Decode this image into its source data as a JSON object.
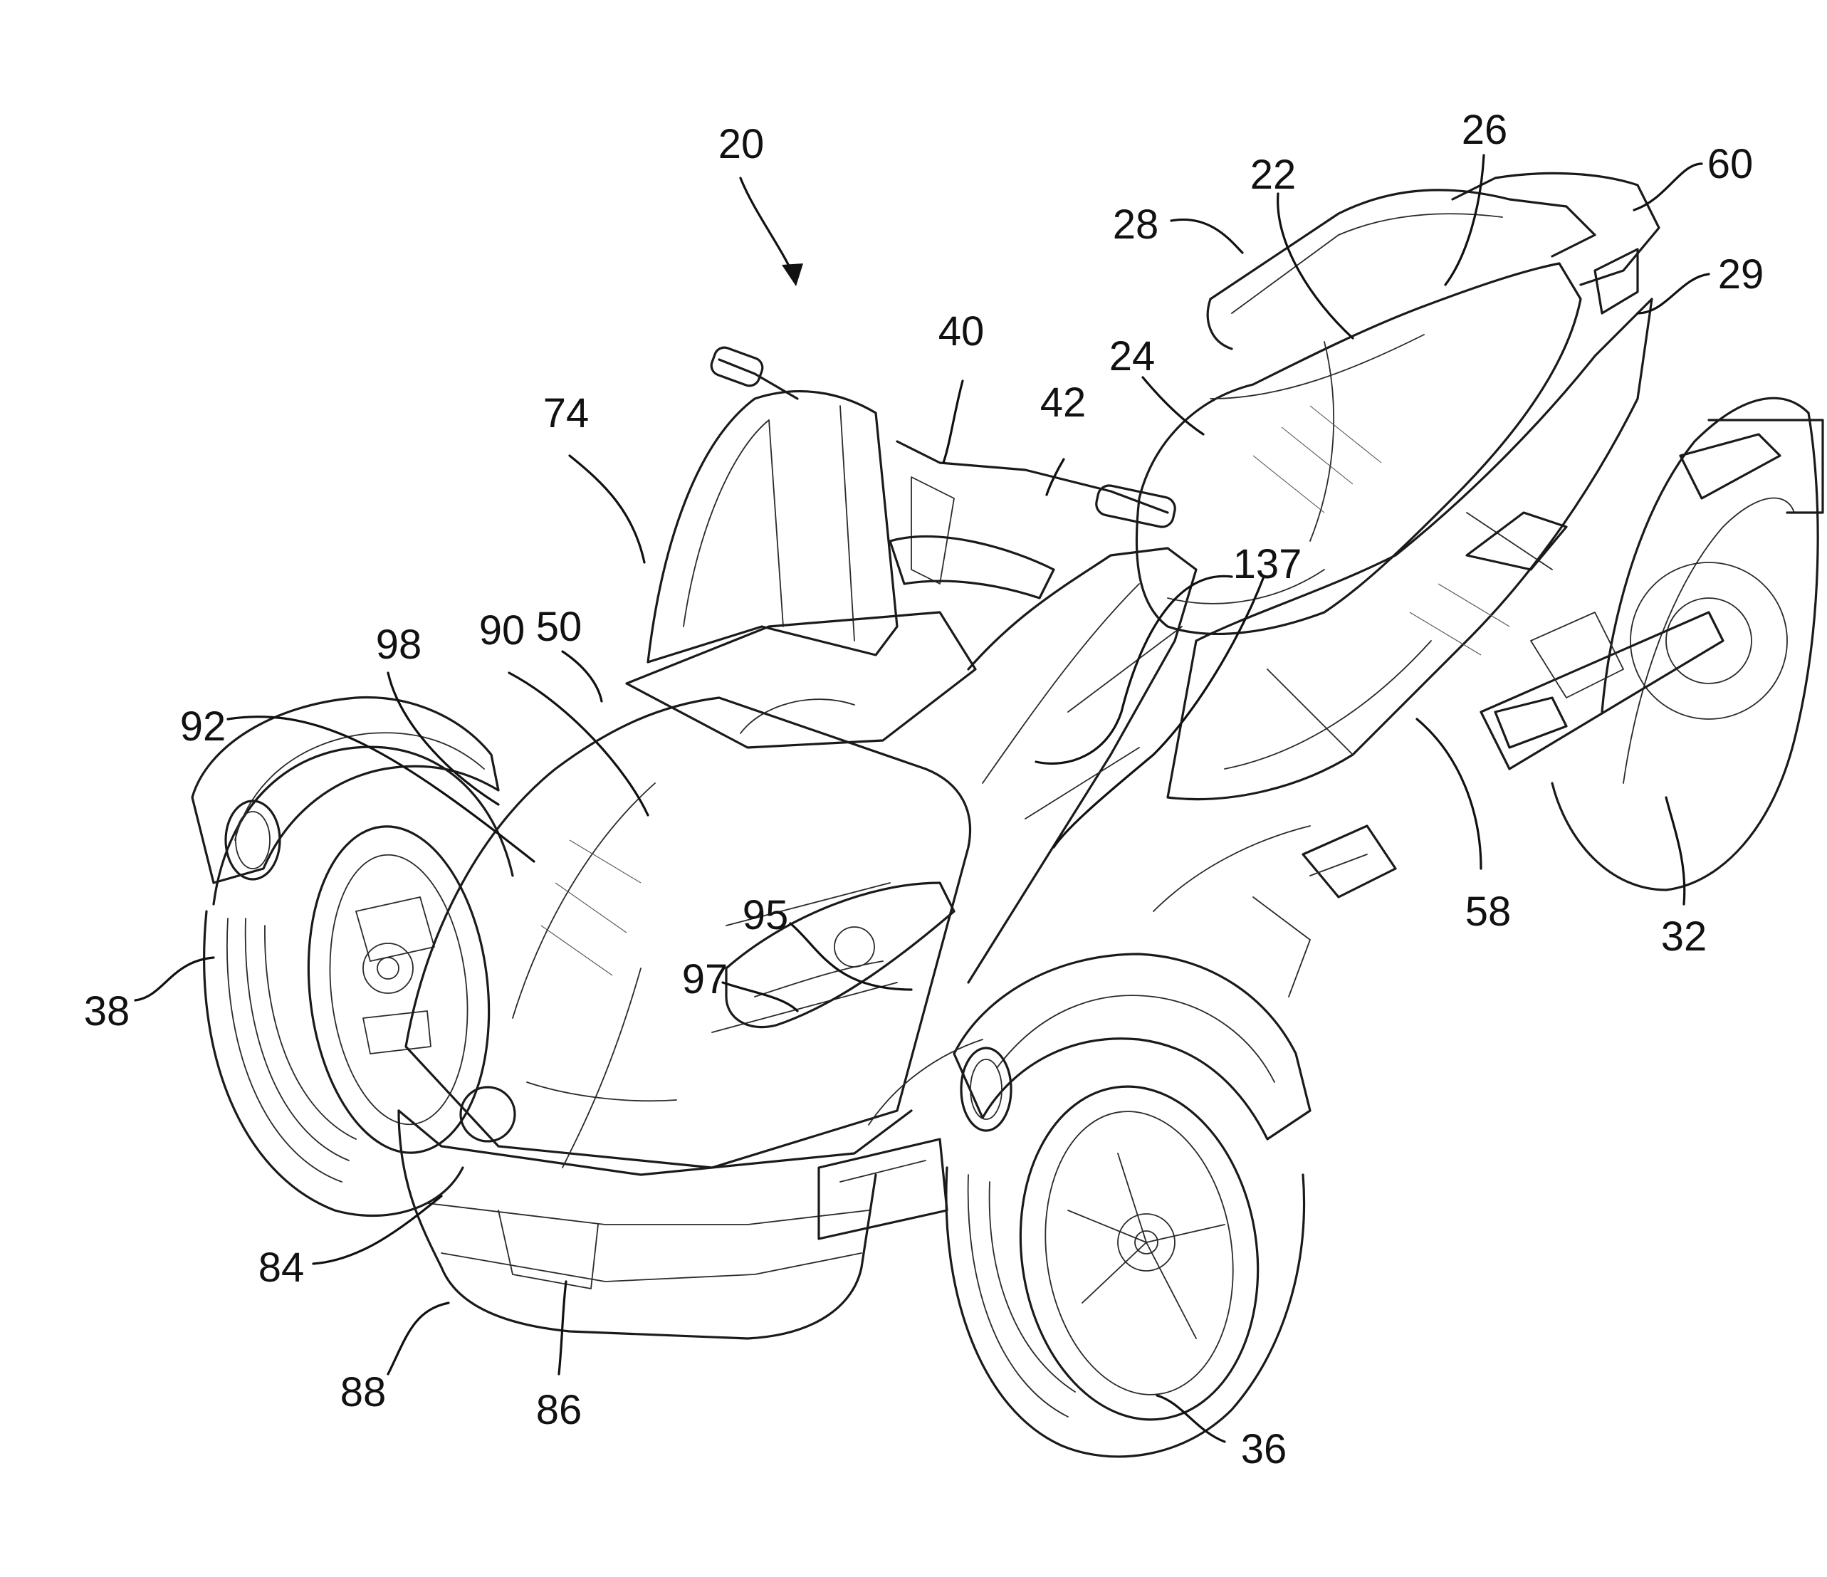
{
  "figure": {
    "reference_numerals": [
      {
        "id": "20",
        "text": "20"
      },
      {
        "id": "22",
        "text": "22"
      },
      {
        "id": "24",
        "text": "24"
      },
      {
        "id": "26",
        "text": "26"
      },
      {
        "id": "28",
        "text": "28"
      },
      {
        "id": "29",
        "text": "29"
      },
      {
        "id": "32",
        "text": "32"
      },
      {
        "id": "36",
        "text": "36"
      },
      {
        "id": "38",
        "text": "38"
      },
      {
        "id": "40",
        "text": "40"
      },
      {
        "id": "42",
        "text": "42"
      },
      {
        "id": "50",
        "text": "50"
      },
      {
        "id": "58",
        "text": "58"
      },
      {
        "id": "60",
        "text": "60"
      },
      {
        "id": "74",
        "text": "74"
      },
      {
        "id": "84",
        "text": "84"
      },
      {
        "id": "86",
        "text": "86"
      },
      {
        "id": "88",
        "text": "88"
      },
      {
        "id": "90",
        "text": "90"
      },
      {
        "id": "92",
        "text": "92"
      },
      {
        "id": "95",
        "text": "95"
      },
      {
        "id": "97",
        "text": "97"
      },
      {
        "id": "98",
        "text": "98"
      },
      {
        "id": "137",
        "text": "137"
      }
    ]
  },
  "colors": {
    "ink": "#111111",
    "paper": "#ffffff"
  }
}
